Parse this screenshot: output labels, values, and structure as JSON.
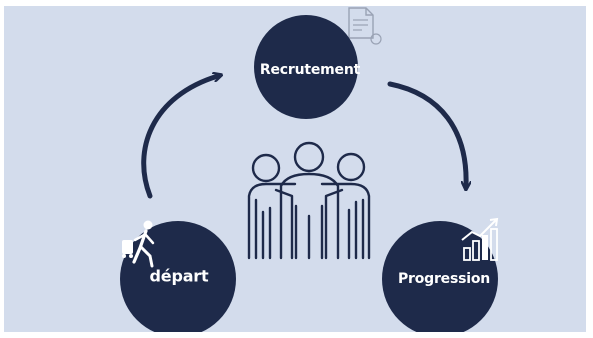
{
  "diagram": {
    "background_color": "#d3dcec",
    "node_color": "#1e2a4a",
    "nodes": [
      {
        "id": "recrutement",
        "label": "Recrutement"
      },
      {
        "id": "progression",
        "label": "Progression",
        "icon": "growth-chart-icon"
      },
      {
        "id": "depart",
        "label": "départ",
        "icon": "walking-person-icon"
      }
    ],
    "cycle": [
      "depart",
      "recrutement",
      "progression"
    ],
    "center_icon": "team-people-icon",
    "corner_icon": "document-icon"
  }
}
